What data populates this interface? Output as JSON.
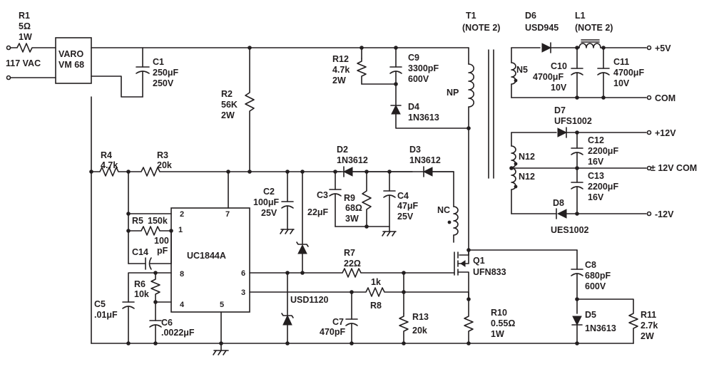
{
  "input": {
    "r1": "R1",
    "r1_val": "5Ω",
    "r1_pw": "1W",
    "vac": "117  VAC"
  },
  "varo": {
    "l1": "VARO",
    "l2": "VM  68"
  },
  "c1": {
    "name": "C1",
    "val": "250μF",
    "v": "250V"
  },
  "r2": {
    "name": "R2",
    "val": "56K",
    "pw": "2W"
  },
  "r3": {
    "name": "R3",
    "val": "20k"
  },
  "r4": {
    "name": "R4",
    "val": "4.7k"
  },
  "r5": {
    "name": "R5",
    "val": "150k"
  },
  "c14": {
    "name": "C14",
    "val": "100",
    "unit": "pF"
  },
  "r6": {
    "name": "R6",
    "val": "10k"
  },
  "c5": {
    "name": "C5",
    "val": ".01μF"
  },
  "c6": {
    "name": "C6",
    "val": ".0022μF"
  },
  "ic": {
    "name": "UC1844A",
    "p1": "1",
    "p2": "2",
    "p3": "3",
    "p4": "4",
    "p5": "5",
    "p6": "6",
    "p7": "7",
    "p8": "8"
  },
  "c2": {
    "name": "C2",
    "val": "100μF",
    "v": "25V"
  },
  "c3": {
    "name": "C3",
    "val": "22μF"
  },
  "r9": {
    "name": "R9",
    "val": "68Ω",
    "pw": "3W"
  },
  "c4": {
    "name": "C4",
    "val": "47μF",
    "v": "25V"
  },
  "d2": {
    "name": "D2",
    "part": "1N3612"
  },
  "d3": {
    "name": "D3",
    "part": "1N3612"
  },
  "nc": "NC",
  "r12": {
    "name": "R12",
    "val": "4.7k",
    "pw": "2W"
  },
  "c9": {
    "name": "C9",
    "val": "3300pF",
    "v": "600V"
  },
  "d4": {
    "name": "D4",
    "part": "1N3613"
  },
  "np": "NP",
  "t1": {
    "name": "T1",
    "note": "(NOTE  2)"
  },
  "d6": {
    "name": "D6",
    "part": "USD945"
  },
  "l1": {
    "name": "L1",
    "note": "(NOTE  2)"
  },
  "n5": "N5",
  "c10": {
    "name": "C10",
    "val": "4700μF",
    "v": "10V"
  },
  "c11": {
    "name": "C11",
    "val": "4700μF",
    "v": "10V"
  },
  "out_5v": "+5V",
  "out_com": "COM",
  "d7": {
    "name": "D7",
    "part": "UFS1002"
  },
  "n12a": "N12",
  "n12b": "N12",
  "c12": {
    "name": "C12",
    "val": "2200μF",
    "v": "16V"
  },
  "c13": {
    "name": "C13",
    "val": "2200μF",
    "v": "16V"
  },
  "d8": {
    "name": "D8",
    "part": "UES1002"
  },
  "out_p12": "+12V",
  "out_pm12": "± 12V  COM",
  "out_m12": "-12V",
  "r7": {
    "name": "R7",
    "val": "22Ω"
  },
  "r8": {
    "name": "R8",
    "val": "1k"
  },
  "q1": {
    "name": "Q1",
    "part": "UFN833"
  },
  "c8": {
    "name": "C8",
    "val": "680pF",
    "v": "600V"
  },
  "d5": {
    "name": "D5",
    "part": "1N3613"
  },
  "r11": {
    "name": "R11",
    "val": "2.7k",
    "pw": "2W"
  },
  "r10": {
    "name": "R10",
    "val": "0.55Ω",
    "pw": "1W"
  },
  "zener": "USD1120",
  "c7": {
    "name": "C7",
    "val": "470pF"
  },
  "r13": {
    "name": "R13",
    "val": "20k"
  }
}
